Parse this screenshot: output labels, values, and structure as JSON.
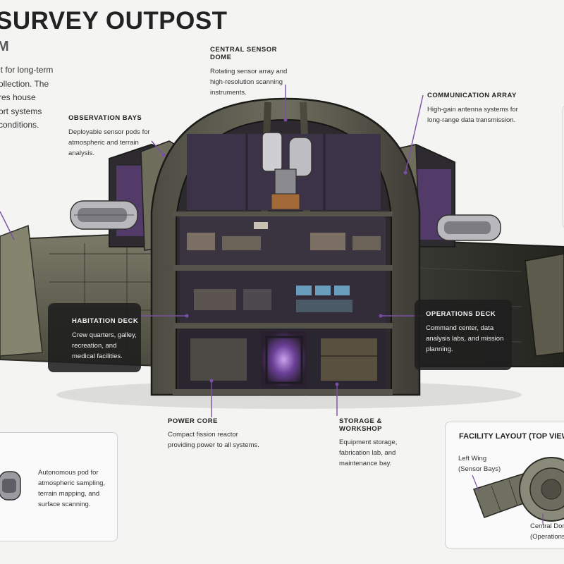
{
  "title": "SURVEY OUTPOST",
  "subtitle": "M",
  "intro": "lt for long-term\nollection. The\nres house\nort systems\nconditions.",
  "callouts": {
    "sensor_dome": {
      "title": "CENTRAL SENSOR DOME",
      "desc": "Rotating sensor array and high-resolution scanning instruments."
    },
    "comm_array": {
      "title": "COMMUNICATION ARRAY",
      "desc": "High-gain antenna systems for long-range data transmission."
    },
    "observation": {
      "title": "OBSERVATION BAYS",
      "desc": "Deployable sensor pods for atmospheric and terrain analysis."
    },
    "habitation": {
      "title": "HABITATION DECK",
      "desc": "Crew quarters, galley, recreation, and medical facilities."
    },
    "operations": {
      "title": "OPERATIONS DECK",
      "desc": "Command center, data analysis labs, and mission planning."
    },
    "power": {
      "title": "POWER CORE",
      "desc": "Compact fission reactor providing power to all systems."
    },
    "storage": {
      "title": "STORAGE & WORKSHOP",
      "desc": "Equipment storage, fabrication lab, and maintenance bay."
    }
  },
  "pod_panel": {
    "desc": "Autonomous pod for atmospheric sampling, terrain mapping, and surface scanning."
  },
  "layout_panel": {
    "title": "FACILITY LAYOUT (TOP VIEW)",
    "left_wing_label": "Left Wing",
    "left_wing_sub": "(Sensor Bays)",
    "dome_label": "Central Dom",
    "dome_sub": "(Operations"
  },
  "colors": {
    "accent": "#7b4fa8",
    "hull": "#6d6c5c",
    "dark": "#232323",
    "interior": "#3b3345"
  }
}
